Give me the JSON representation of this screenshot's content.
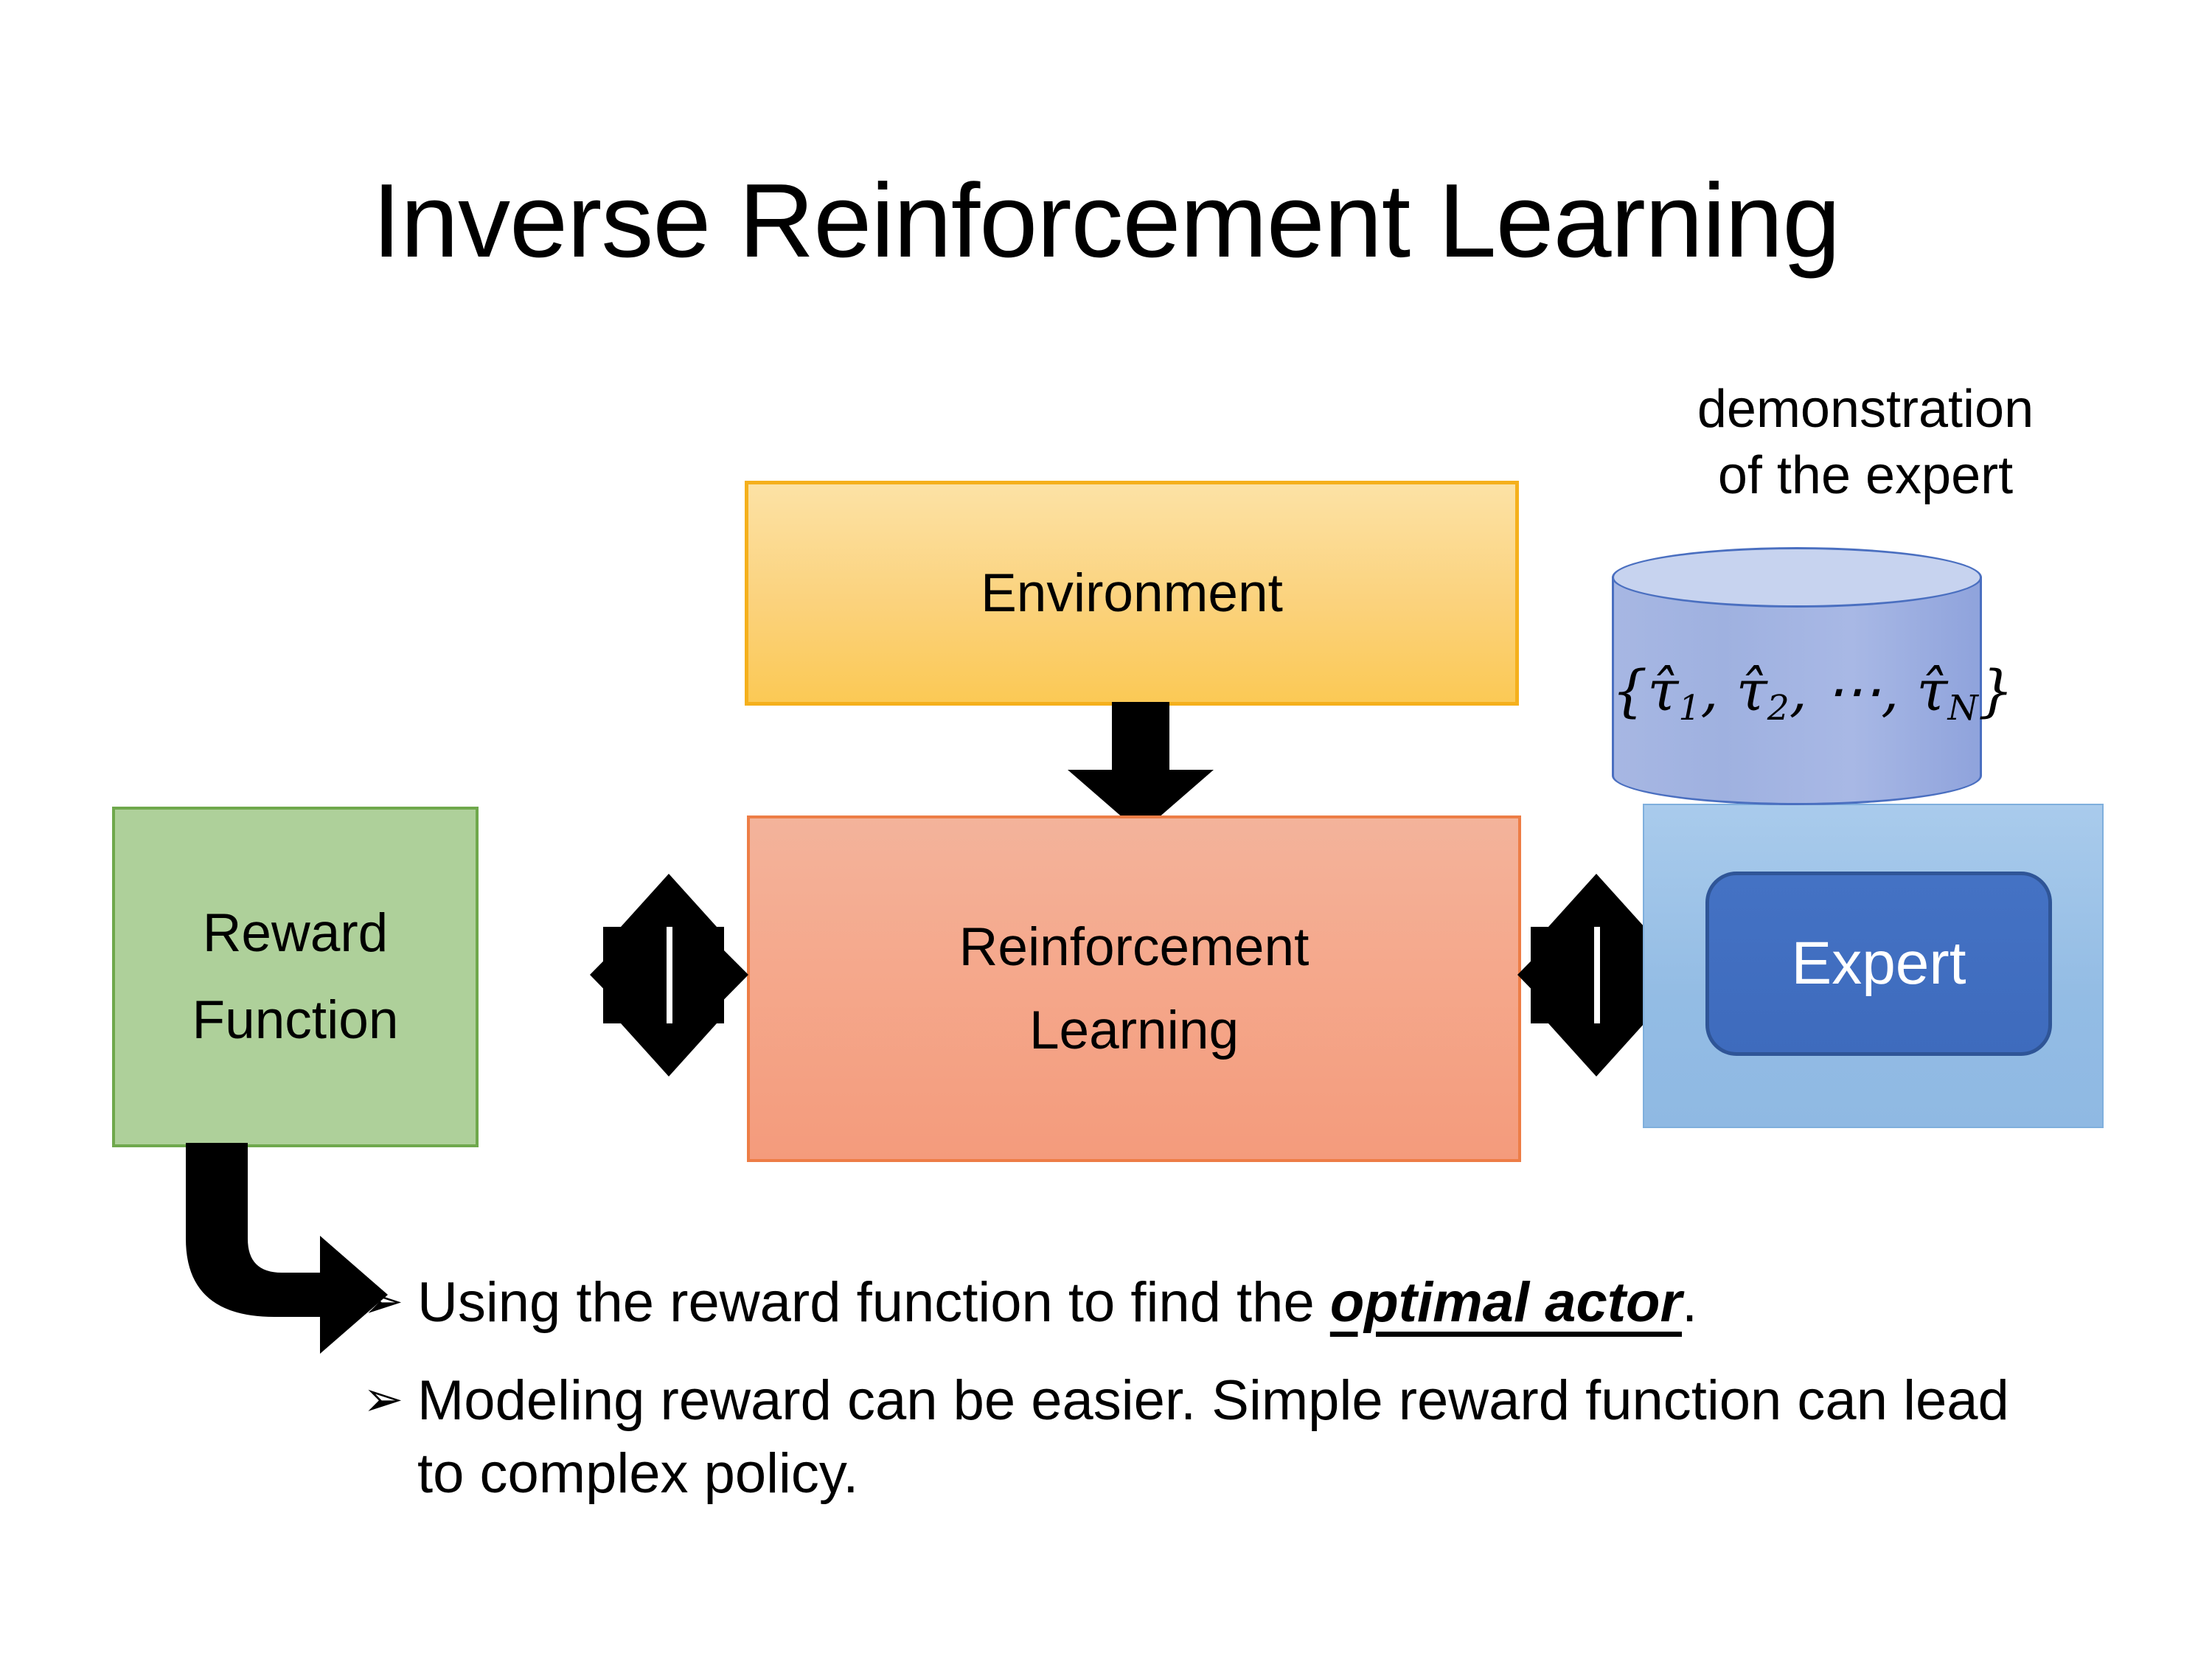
{
  "slide": {
    "title": "Inverse Reinforcement Learning",
    "background_color": "#FFFFFF"
  },
  "diagram": {
    "environment_box": {
      "label": "Environment",
      "fill_color": "#FBD27C",
      "border_color": "#F5B01C"
    },
    "reinforcement_learning_box": {
      "line1": "Reinforcement",
      "line2": "Learning",
      "fill_color": "#F5A98D",
      "border_color": "#ED7D46"
    },
    "reward_function_box": {
      "line1": "Reward",
      "line2": "Function",
      "fill_color": "#AED09A",
      "border_color": "#6FA84C"
    },
    "demonstration_caption": {
      "line1": "demonstration",
      "line2": "of the expert"
    },
    "trajectory_cylinder": {
      "open_brace": "{",
      "tau1": "τ̂",
      "sub1": "1",
      "sep1": ", ",
      "tau2": "τ̂",
      "sub2": "2",
      "sep2": ", ⋯, ",
      "tauN": "τ̂",
      "subN": "N",
      "close_brace": "}",
      "fill_color": "#A3B4E2",
      "border_color": "#4A6FC0"
    },
    "expert_panel": {
      "label": "Expert",
      "chip_fill_color": "#4472C4",
      "chip_border_color": "#2F5597",
      "panel_fill_color": "#93BCE4"
    },
    "connectors": {
      "environment_to_rl": "down-arrow",
      "reward_to_rl": "four-way-arrow",
      "rl_to_expert": "four-way-arrow",
      "reward_to_bullets": "elbow-arrow",
      "arrow_color": "#000000"
    }
  },
  "bullets": [
    {
      "marker": "➢",
      "text_before": "Using the reward function to find the ",
      "emphasis": "optimal actor",
      "text_after": "."
    },
    {
      "marker": "➢",
      "text_before": "Modeling reward can be easier. Simple reward function can lead to complex policy.",
      "emphasis": "",
      "text_after": ""
    }
  ]
}
